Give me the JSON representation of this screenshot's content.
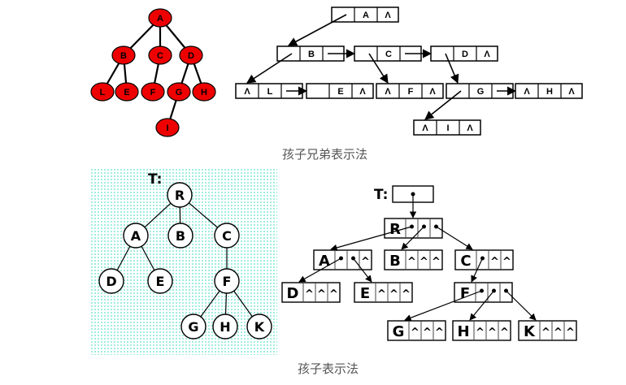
{
  "colors": {
    "node_fill": "#ee0000",
    "line": "#000000",
    "panel_dots": "#7fe3cf",
    "caption": "#555555"
  },
  "top_tree": {
    "nodes": [
      {
        "id": "A",
        "label": "A"
      },
      {
        "id": "B",
        "label": "B"
      },
      {
        "id": "C",
        "label": "C"
      },
      {
        "id": "D",
        "label": "D"
      },
      {
        "id": "L",
        "label": "L"
      },
      {
        "id": "E",
        "label": "E"
      },
      {
        "id": "F",
        "label": "F"
      },
      {
        "id": "G",
        "label": "G"
      },
      {
        "id": "H",
        "label": "H"
      },
      {
        "id": "I",
        "label": "I"
      }
    ],
    "edges": [
      [
        "A",
        "B"
      ],
      [
        "A",
        "C"
      ],
      [
        "A",
        "D"
      ],
      [
        "B",
        "L"
      ],
      [
        "B",
        "E"
      ],
      [
        "C",
        "F"
      ],
      [
        "D",
        "G"
      ],
      [
        "D",
        "H"
      ],
      [
        "G",
        "I"
      ]
    ]
  },
  "child_sibling": {
    "null_symbol": "Λ",
    "nodes": [
      {
        "id": "A",
        "label": "A",
        "first_child": "B",
        "next_sibling": null
      },
      {
        "id": "B",
        "label": "B",
        "first_child": "L",
        "next_sibling": "C"
      },
      {
        "id": "C",
        "label": "C",
        "first_child": "F",
        "next_sibling": "D"
      },
      {
        "id": "D",
        "label": "D",
        "first_child": "G",
        "next_sibling": null
      },
      {
        "id": "L",
        "label": "L",
        "first_child": null,
        "next_sibling": "E"
      },
      {
        "id": "E",
        "label": "E",
        "first_child": "",
        "next_sibling": null
      },
      {
        "id": "F",
        "label": "F",
        "first_child": null,
        "next_sibling": null
      },
      {
        "id": "G",
        "label": "G",
        "first_child": "I",
        "next_sibling": "H"
      },
      {
        "id": "H",
        "label": "H",
        "first_child": null,
        "next_sibling": null
      },
      {
        "id": "I",
        "label": "I",
        "first_child": null,
        "next_sibling": null
      }
    ],
    "caption": "孩子兄弟表示法"
  },
  "bottom_tree": {
    "root_label": "T:",
    "nodes": [
      {
        "id": "R",
        "label": "R"
      },
      {
        "id": "A",
        "label": "A"
      },
      {
        "id": "B",
        "label": "B"
      },
      {
        "id": "C",
        "label": "C"
      },
      {
        "id": "D",
        "label": "D"
      },
      {
        "id": "E",
        "label": "E"
      },
      {
        "id": "F",
        "label": "F"
      },
      {
        "id": "G",
        "label": "G"
      },
      {
        "id": "H",
        "label": "H"
      },
      {
        "id": "K",
        "label": "K"
      }
    ],
    "edges": [
      [
        "R",
        "A"
      ],
      [
        "R",
        "B"
      ],
      [
        "R",
        "C"
      ],
      [
        "A",
        "D"
      ],
      [
        "A",
        "E"
      ],
      [
        "C",
        "F"
      ],
      [
        "F",
        "G"
      ],
      [
        "F",
        "H"
      ],
      [
        "F",
        "K"
      ]
    ]
  },
  "child_list": {
    "root_label": "T:",
    "null_symbol": "^",
    "nodes": [
      {
        "id": "R",
        "label": "R",
        "children": [
          "A",
          "B",
          "C"
        ]
      },
      {
        "id": "A",
        "label": "A",
        "children": [
          "D",
          "E",
          null
        ]
      },
      {
        "id": "B",
        "label": "B",
        "children": [
          null,
          null,
          null
        ]
      },
      {
        "id": "C",
        "label": "C",
        "children": [
          "F",
          null,
          null
        ]
      },
      {
        "id": "D",
        "label": "D",
        "children": [
          null,
          null,
          null
        ]
      },
      {
        "id": "E",
        "label": "E",
        "children": [
          null,
          null,
          null
        ]
      },
      {
        "id": "F",
        "label": "F",
        "children": [
          "G",
          "H",
          "K"
        ]
      },
      {
        "id": "G",
        "label": "G",
        "children": [
          null,
          null,
          null
        ]
      },
      {
        "id": "H",
        "label": "H",
        "children": [
          null,
          null,
          null
        ]
      },
      {
        "id": "K",
        "label": "K",
        "children": [
          null,
          null,
          null
        ]
      }
    ],
    "caption": "孩子表示法"
  }
}
